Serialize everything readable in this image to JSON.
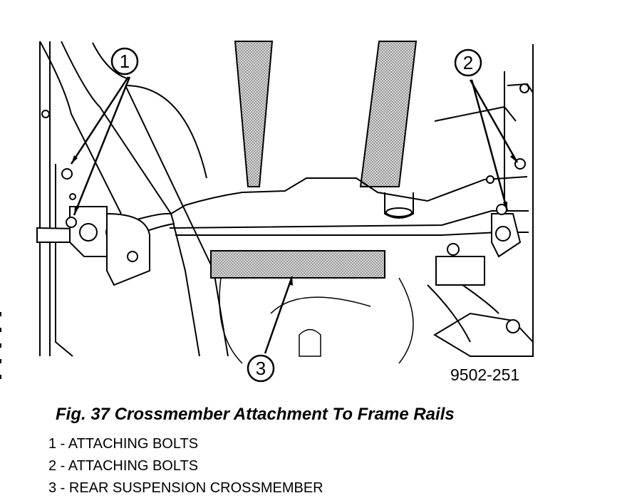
{
  "figure": {
    "id_label": "9502-251",
    "callouts": [
      "1",
      "2",
      "3"
    ]
  },
  "caption": "Fig. 37 Crossmember Attachment To Frame Rails",
  "legend": [
    "1 - ATTACHING BOLTS",
    "2 - ATTACHING BOLTS",
    "3 - REAR SUSPENSION CROSSMEMBER"
  ]
}
